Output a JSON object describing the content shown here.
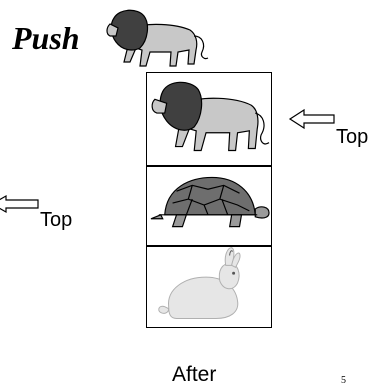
{
  "title": "Push",
  "pointer_labels": {
    "right": "Top",
    "left": "Top"
  },
  "caption": "After",
  "page_number": "5",
  "stack": {
    "items": [
      {
        "icon": "lion-icon"
      },
      {
        "icon": "turtle-icon"
      },
      {
        "icon": "rabbit-icon"
      }
    ]
  },
  "pushed_item": {
    "icon": "lion-icon"
  },
  "colors": {
    "lion_mane": "#404040",
    "lion_body": "#c8c8c8",
    "turtle_shell": "#6e6e6e",
    "rabbit_body": "#e6e6e6",
    "outline": "#000000"
  }
}
